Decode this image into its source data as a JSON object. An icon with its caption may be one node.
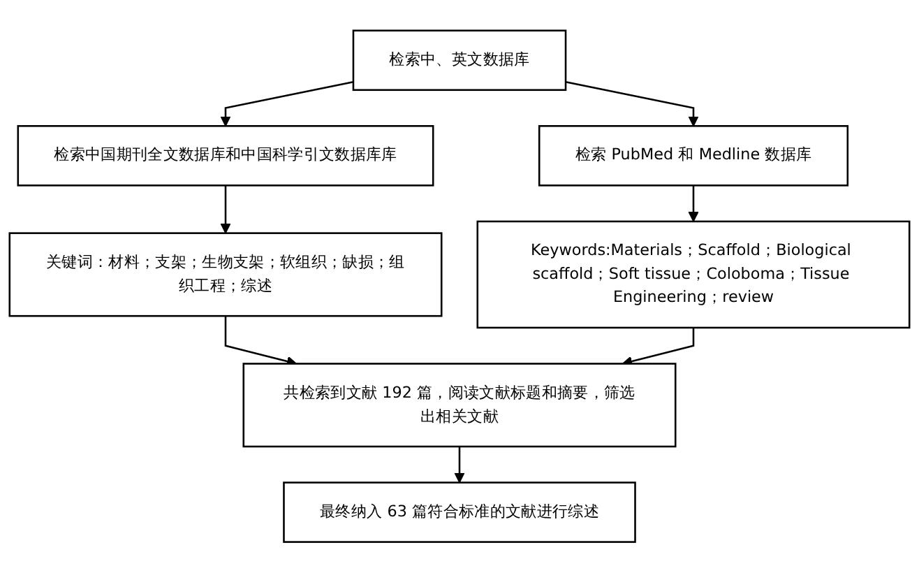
{
  "diagram": {
    "nodes": [
      {
        "text": [
          "检索中、英文数据库"
        ]
      },
      {
        "text": [
          "检索中国期刊全文数据库和中国科学引文数据库库"
        ]
      },
      {
        "text": [
          "检索 PubMed 和 Medline 数据库"
        ]
      },
      {
        "text": [
          "关键词：材料；支架；生物支架；软组织；缺损；组织工程；综述"
        ]
      },
      {
        "text": [
          "Keywords:Materials；Scaffold；Biological scaffold；Soft tissue；Coloboma；Tissue Engineering；review"
        ]
      },
      {
        "text": [
          "共检索到文献 192 篇，阅读文献标题和摘要，筛选出相关文献"
        ]
      },
      {
        "text": [
          "最终纳入 63 篇符合标准的文献进行综述"
        ]
      }
    ],
    "edges": [
      {
        "from": 0,
        "to": 1,
        "arrow": "to"
      },
      {
        "from": 0,
        "to": 2,
        "arrow": "to"
      },
      {
        "from": 1,
        "to": 3,
        "arrow": "to"
      },
      {
        "from": 2,
        "to": 4,
        "arrow": "to"
      },
      {
        "from": 3,
        "to": 5,
        "arrow": "to"
      },
      {
        "from": 4,
        "to": 5,
        "arrow": "to"
      },
      {
        "from": 5,
        "to": 6,
        "arrow": "to"
      }
    ]
  }
}
